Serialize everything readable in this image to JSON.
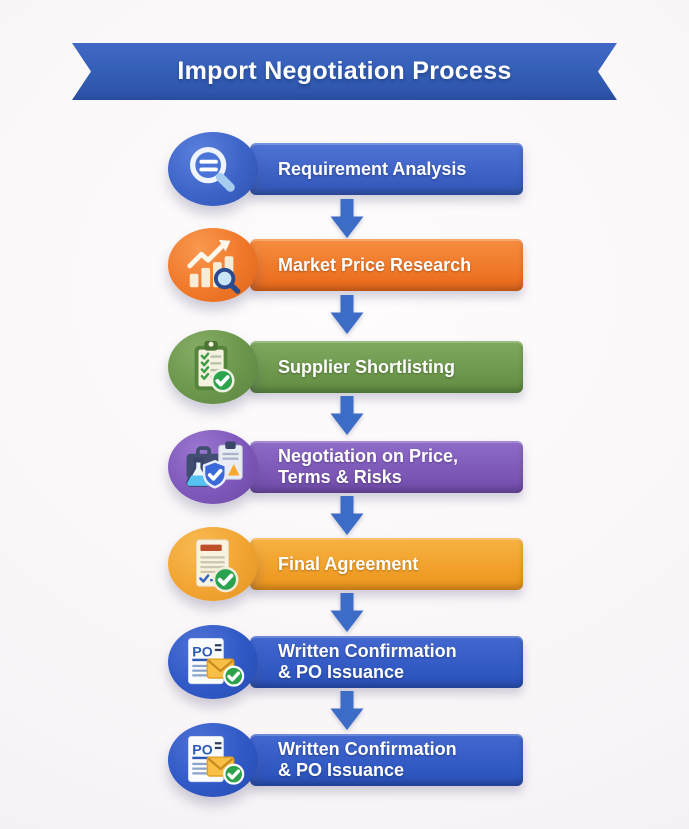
{
  "banner": {
    "title": "Import Negotiation Process",
    "color": "#3560b8"
  },
  "steps": [
    {
      "label": "Requirement Analysis",
      "label2": "",
      "icon": "magnifier-icon",
      "color": "#3c64c8"
    },
    {
      "label": "Market Price Research",
      "label2": "",
      "icon": "price-chart-icon",
      "color": "#f0782a"
    },
    {
      "label": "Supplier Shortlisting",
      "label2": "",
      "icon": "checklist-clipboard-icon",
      "color": "#6c964c"
    },
    {
      "label": "Negotiation on Price,",
      "label2": "Terms & Risks",
      "icon": "negotiation-items-icon",
      "color": "#7e58ba"
    },
    {
      "label": "Final Agreement",
      "label2": "",
      "icon": "agreement-document-icon",
      "color": "#f2a432"
    },
    {
      "label": "Written Confirmation",
      "label2": "& PO Issuance",
      "icon": "po-document-icon",
      "color": "#3059c6"
    },
    {
      "label": "Written Confirmation",
      "label2": "& PO Issuance",
      "icon": "po-document-icon",
      "color": "#3059c6"
    }
  ],
  "arrow": {
    "direction": "down",
    "color": "#3c6cc6",
    "count": 6
  }
}
